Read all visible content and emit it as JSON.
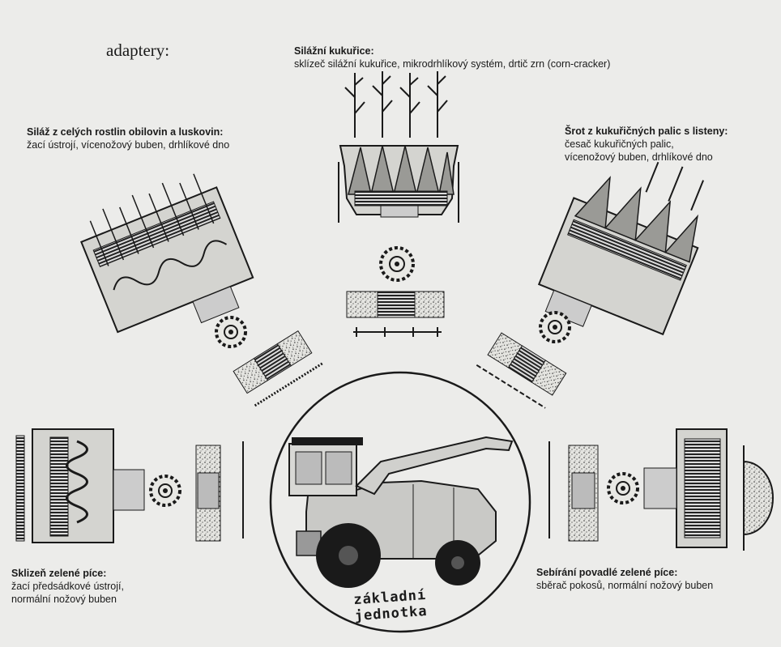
{
  "title": "adaptery:",
  "adapters": {
    "corn_silage": {
      "heading": "Silážní kukuřice:",
      "desc": "sklízeč silážní kukuřice, mikrodrhlíkový systém, drtič zrn (corn-cracker)"
    },
    "whole_plant": {
      "heading": "Siláž z celých rostlin obilovin a luskovin:",
      "desc": "žací ústrojí, vícenožový buben, drhlíkové dno"
    },
    "cob_meal": {
      "heading": "Šrot z kukuřičných palic s listeny:",
      "desc1": "česač kukuřičných palic,",
      "desc2": "vícenožový buben, drhlíkové dno"
    },
    "green_forage": {
      "heading": "Sklizeň zelené píce:",
      "desc1": "žací předsádkové ústrojí,",
      "desc2": "normální nožový buben"
    },
    "pickup": {
      "heading": "Sebírání povadlé zelené píce:",
      "desc": "sběrač pokosů, normální nožový buben"
    }
  },
  "base_unit": {
    "line1": "základní",
    "line2": "jednotka"
  },
  "colors": {
    "paper": "#ececea",
    "ink": "#1a1a1a",
    "hatch": "#555555"
  }
}
